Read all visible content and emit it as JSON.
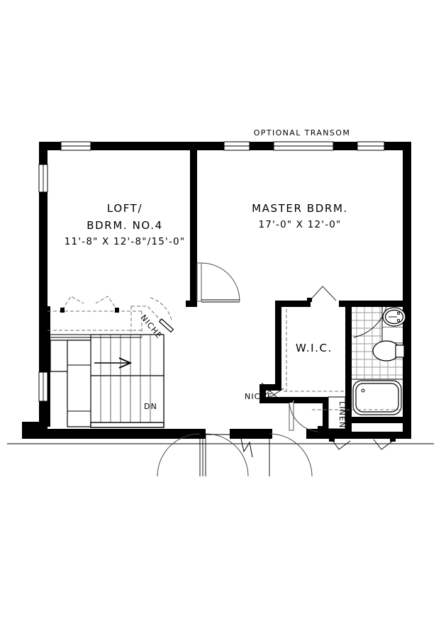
{
  "document": {
    "type": "floor-plan",
    "level": "second-floor",
    "background_color": "#ffffff",
    "line_color": "#000000"
  },
  "annotations": {
    "optional_transom": "OPTIONAL TRANSOM",
    "niche_stair": "NICHE",
    "niche_hall": "NICHE",
    "stair_direction": "DN"
  },
  "rooms": [
    {
      "id": "loft",
      "name_line1": "LOFT/",
      "name_line2": "BDRM. NO.4",
      "dimensions": "11'-8\" X 12'-8\"/15'-0\""
    },
    {
      "id": "master-bedroom",
      "name_line1": "MASTER BDRM.",
      "dimensions": "17'-0\" X 12'-0\""
    },
    {
      "id": "walk-in-closet",
      "name_line1": "W.I.C."
    },
    {
      "id": "linen-closet",
      "name_line1": "LINEN"
    }
  ],
  "fixtures": [
    {
      "id": "bathtub",
      "label": "bathtub"
    },
    {
      "id": "toilet",
      "label": "toilet"
    },
    {
      "id": "sink",
      "label": "sink"
    },
    {
      "id": "stairs",
      "label": "stairs-down"
    }
  ],
  "windows": {
    "top_wall_count": 4,
    "left_wall_count": 2,
    "right_wall_count": 0
  },
  "doors": {
    "swing_doors": 5,
    "bifold_doors": 2
  }
}
